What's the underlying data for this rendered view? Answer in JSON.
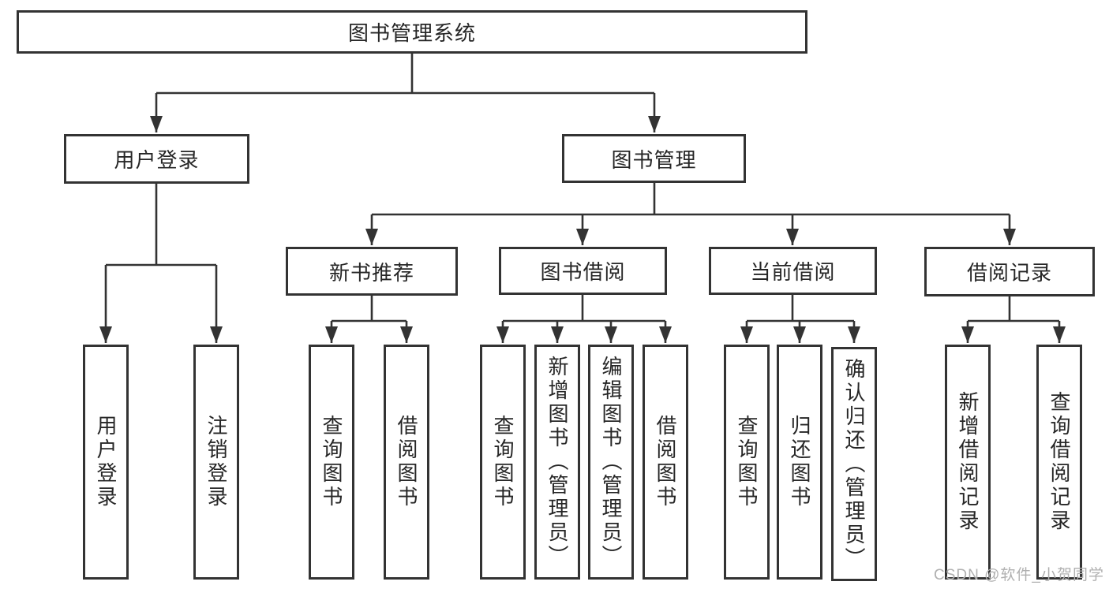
{
  "nodes": {
    "root": "图书管理系统",
    "user_login": "用户登录",
    "book_mgmt": "图书管理",
    "new_books": "新书推荐",
    "book_borrow": "图书借阅",
    "current_borrow": "当前借阅",
    "borrow_records": "借阅记录",
    "leaf_user_login": "用户登录",
    "leaf_logout": "注销登录",
    "leaf_nb_query": "查询图书",
    "leaf_nb_borrow": "借阅图书",
    "leaf_bb_query": "查询图书",
    "leaf_bb_add": "新增图书（管理员）",
    "leaf_bb_edit": "编辑图书（管理员）",
    "leaf_bb_borrow": "借阅图书",
    "leaf_cb_query": "查询图书",
    "leaf_cb_return": "归还图书",
    "leaf_cb_confirm": "确认归还（管理员）",
    "leaf_br_add": "新增借阅记录",
    "leaf_br_query": "查询借阅记录"
  },
  "hierarchy": {
    "root": [
      "user_login",
      "book_mgmt"
    ],
    "user_login": [
      "leaf_user_login",
      "leaf_logout"
    ],
    "book_mgmt": [
      "new_books",
      "book_borrow",
      "current_borrow",
      "borrow_records"
    ],
    "new_books": [
      "leaf_nb_query",
      "leaf_nb_borrow"
    ],
    "book_borrow": [
      "leaf_bb_query",
      "leaf_bb_add",
      "leaf_bb_edit",
      "leaf_bb_borrow"
    ],
    "current_borrow": [
      "leaf_cb_query",
      "leaf_cb_return",
      "leaf_cb_confirm"
    ],
    "borrow_records": [
      "leaf_br_add",
      "leaf_br_query"
    ]
  },
  "watermark": "CSDN @软件_小贺同学",
  "colors": {
    "line": "#333333",
    "text": "#262626",
    "watermark": "#b0b0b0",
    "background": "#ffffff"
  }
}
